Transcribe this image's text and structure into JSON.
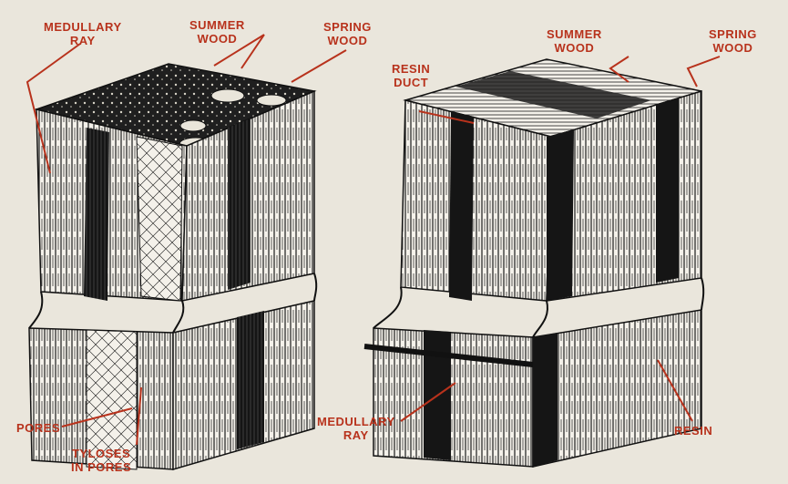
{
  "labels": {
    "hardwood": {
      "medullary_ray": [
        "MEDULLARY",
        "RAY"
      ],
      "summer_wood": [
        "SUMMER",
        "WOOD"
      ],
      "spring_wood": [
        "SPRING",
        "WOOD"
      ],
      "pores": "PORES",
      "tyloses": [
        "TYLOSES",
        "IN PORES"
      ]
    },
    "softwood": {
      "resin_duct": [
        "RESIN",
        "DUCT"
      ],
      "summer_wood": [
        "SUMMER",
        "WOOD"
      ],
      "spring_wood": [
        "SPRING",
        "WOOD"
      ],
      "medullary_ray": [
        "MEDULLARY",
        "RAY"
      ],
      "resin": "RESIN"
    }
  },
  "colors": {
    "label": "#b8321c",
    "leader": "#b8321c",
    "ink": "#1a1a1a",
    "paper": "#eae6dc"
  }
}
